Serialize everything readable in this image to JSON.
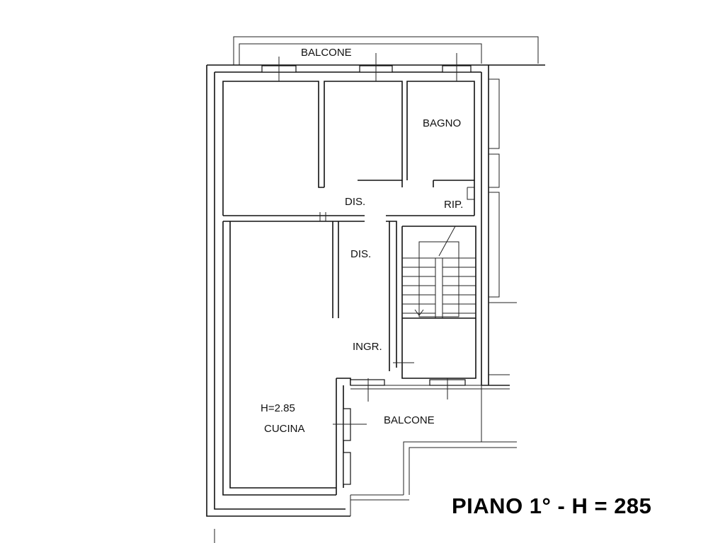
{
  "title": "PIANO 1° - H = 285",
  "rooms": {
    "balcone_top": "BALCONE",
    "bagno": "BAGNO",
    "dis_upper": "DIS.",
    "rip": "RIP.",
    "dis_lower": "DIS.",
    "ingr": "INGR.",
    "height": "H=2.85",
    "cucina": "CUCINA",
    "balcone_bottom": "BALCONE"
  }
}
